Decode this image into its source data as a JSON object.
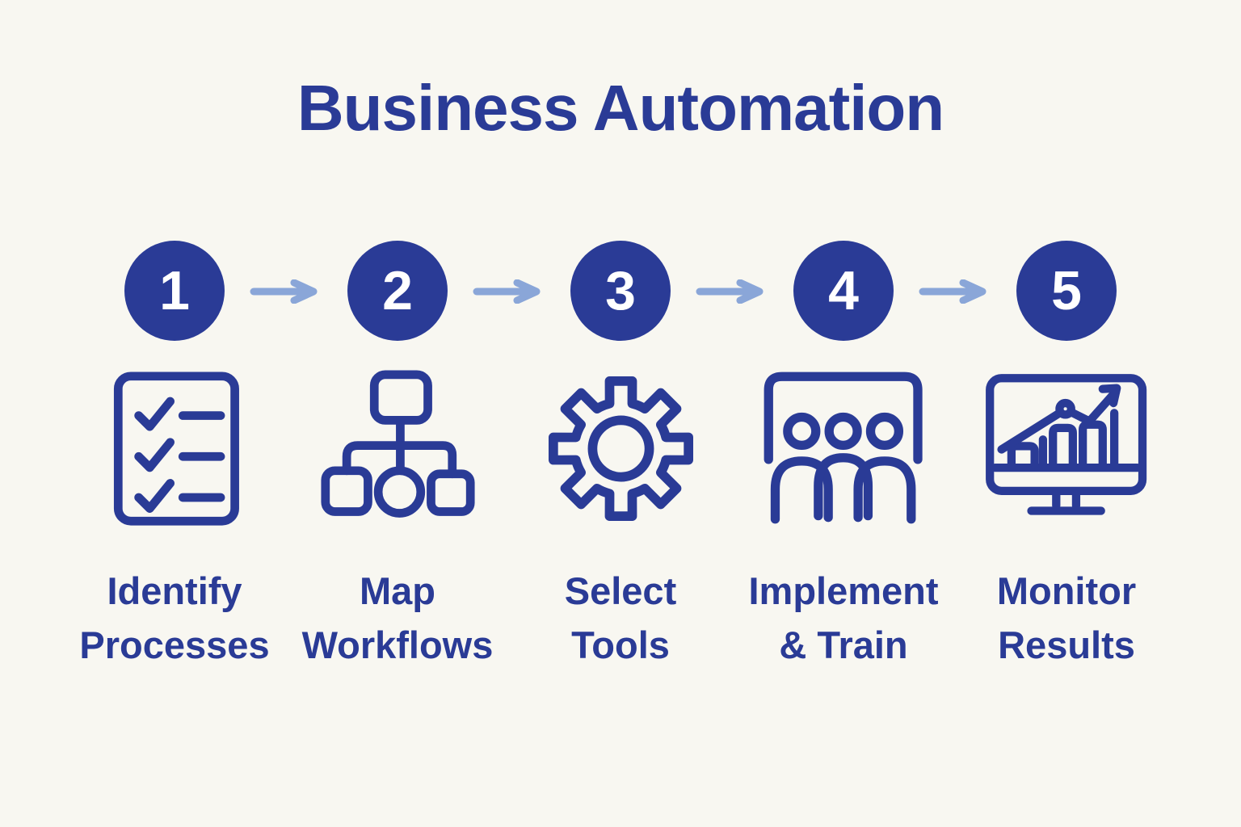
{
  "title": "Business Automation",
  "colors": {
    "background": "#f8f7f1",
    "primary": "#2a3b96",
    "arrow": "#8aa6d8",
    "number_text": "#ffffff"
  },
  "steps": [
    {
      "number": "1",
      "icon": "checklist-icon",
      "label_line1": "Identify",
      "label_line2": "Processes"
    },
    {
      "number": "2",
      "icon": "flowchart-icon",
      "label_line1": "Map",
      "label_line2": "Workflows"
    },
    {
      "number": "3",
      "icon": "gear-icon",
      "label_line1": "Select",
      "label_line2": "Tools"
    },
    {
      "number": "4",
      "icon": "team-icon",
      "label_line1": "Implement",
      "label_line2": "& Train"
    },
    {
      "number": "5",
      "icon": "monitor-chart-icon",
      "label_line1": "Monitor",
      "label_line2": "Results"
    }
  ]
}
